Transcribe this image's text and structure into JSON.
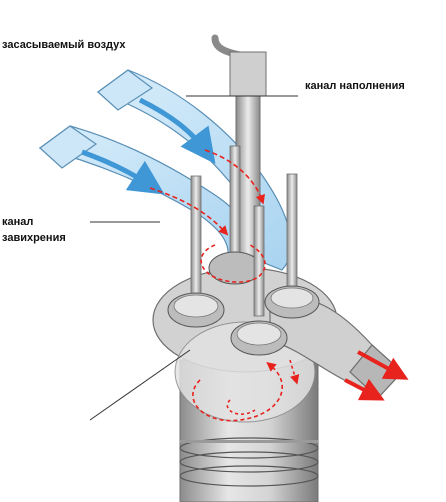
{
  "labels": {
    "intake_air": "засасываемый воздух",
    "fill_channel": "канал наполнения",
    "swirl_channel_line1": "канал",
    "swirl_channel_line2": "завихрения"
  },
  "colors": {
    "intake_port": "#bfe0f6",
    "intake_port_edge": "#5a8fb5",
    "arrow_blue": "#4aa3e0",
    "swirl_red": "#e8231e",
    "metal": "#c8c8c8",
    "metal_dark": "#6f6f6f",
    "leader_line": "#333333"
  }
}
